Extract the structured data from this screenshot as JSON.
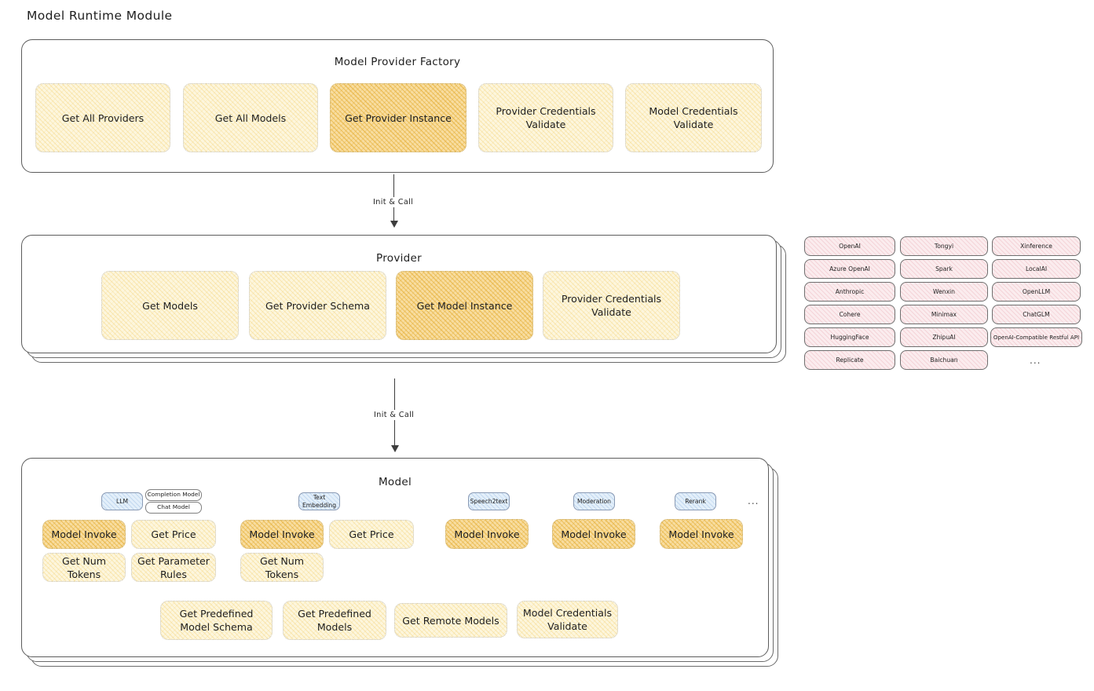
{
  "title": "Model Runtime Module",
  "factory": {
    "title": "Model Provider Factory",
    "nodes": [
      {
        "label": "Get All Providers",
        "highlight": false
      },
      {
        "label": "Get All Models",
        "highlight": false
      },
      {
        "label": "Get Provider Instance",
        "highlight": true
      },
      {
        "label": "Provider Credentials Validate",
        "highlight": false
      },
      {
        "label": "Model Credentials Validate",
        "highlight": false
      }
    ]
  },
  "arrow1": {
    "label": "Init & Call"
  },
  "provider": {
    "title": "Provider",
    "nodes": [
      {
        "label": "Get Models",
        "highlight": false
      },
      {
        "label": "Get Provider Schema",
        "highlight": false
      },
      {
        "label": "Get Model Instance",
        "highlight": true
      },
      {
        "label": "Provider Credentials Validate",
        "highlight": false
      }
    ]
  },
  "arrow2": {
    "label": "Init & Call"
  },
  "provider_list": {
    "columns": [
      [
        "OpenAI",
        "Azure OpenAI",
        "Anthropic",
        "Cohere",
        "HuggingFace",
        "Replicate"
      ],
      [
        "Tongyi",
        "Spark",
        "Wenxin",
        "Minimax",
        "ZhipuAI",
        "Baichuan"
      ],
      [
        "Xinference",
        "LocalAI",
        "OpenLLM",
        "ChatGLM",
        "OpenAI-Compatible Restful API"
      ]
    ],
    "more": "..."
  },
  "model": {
    "title": "Model",
    "more": "...",
    "groups": [
      {
        "badge": "LLM",
        "sub_badges": [
          "Completion Model",
          "Chat Model"
        ],
        "nodes": [
          {
            "label": "Model Invoke",
            "highlight": true
          },
          {
            "label": "Get Price",
            "highlight": false
          },
          {
            "label": "Get Num Tokens",
            "highlight": false
          },
          {
            "label": "Get Parameter Rules",
            "highlight": false
          }
        ]
      },
      {
        "badge": "Text Embedding",
        "sub_badges": [],
        "nodes": [
          {
            "label": "Model Invoke",
            "highlight": true
          },
          {
            "label": "Get Price",
            "highlight": false
          },
          {
            "label": "Get Num Tokens",
            "highlight": false
          }
        ]
      },
      {
        "badge": "Speech2text",
        "sub_badges": [],
        "nodes": [
          {
            "label": "Model Invoke",
            "highlight": true
          }
        ]
      },
      {
        "badge": "Moderation",
        "sub_badges": [],
        "nodes": [
          {
            "label": "Model Invoke",
            "highlight": true
          }
        ]
      },
      {
        "badge": "Rerank",
        "sub_badges": [],
        "nodes": [
          {
            "label": "Model Invoke",
            "highlight": true
          }
        ]
      }
    ],
    "common_nodes": [
      {
        "label": "Get Predefined Model Schema"
      },
      {
        "label": "Get Predefined Models"
      },
      {
        "label": "Get Remote Models"
      },
      {
        "label": "Model Credentials Validate"
      }
    ]
  },
  "colors": {
    "node_fill": "#fdf6dd",
    "node_highlight_fill": "#f8dda0",
    "badge_fill": "#e3effa",
    "pill_fill": "#fbecee",
    "stroke": "#5c5c5c",
    "text": "#1e1e1e"
  }
}
